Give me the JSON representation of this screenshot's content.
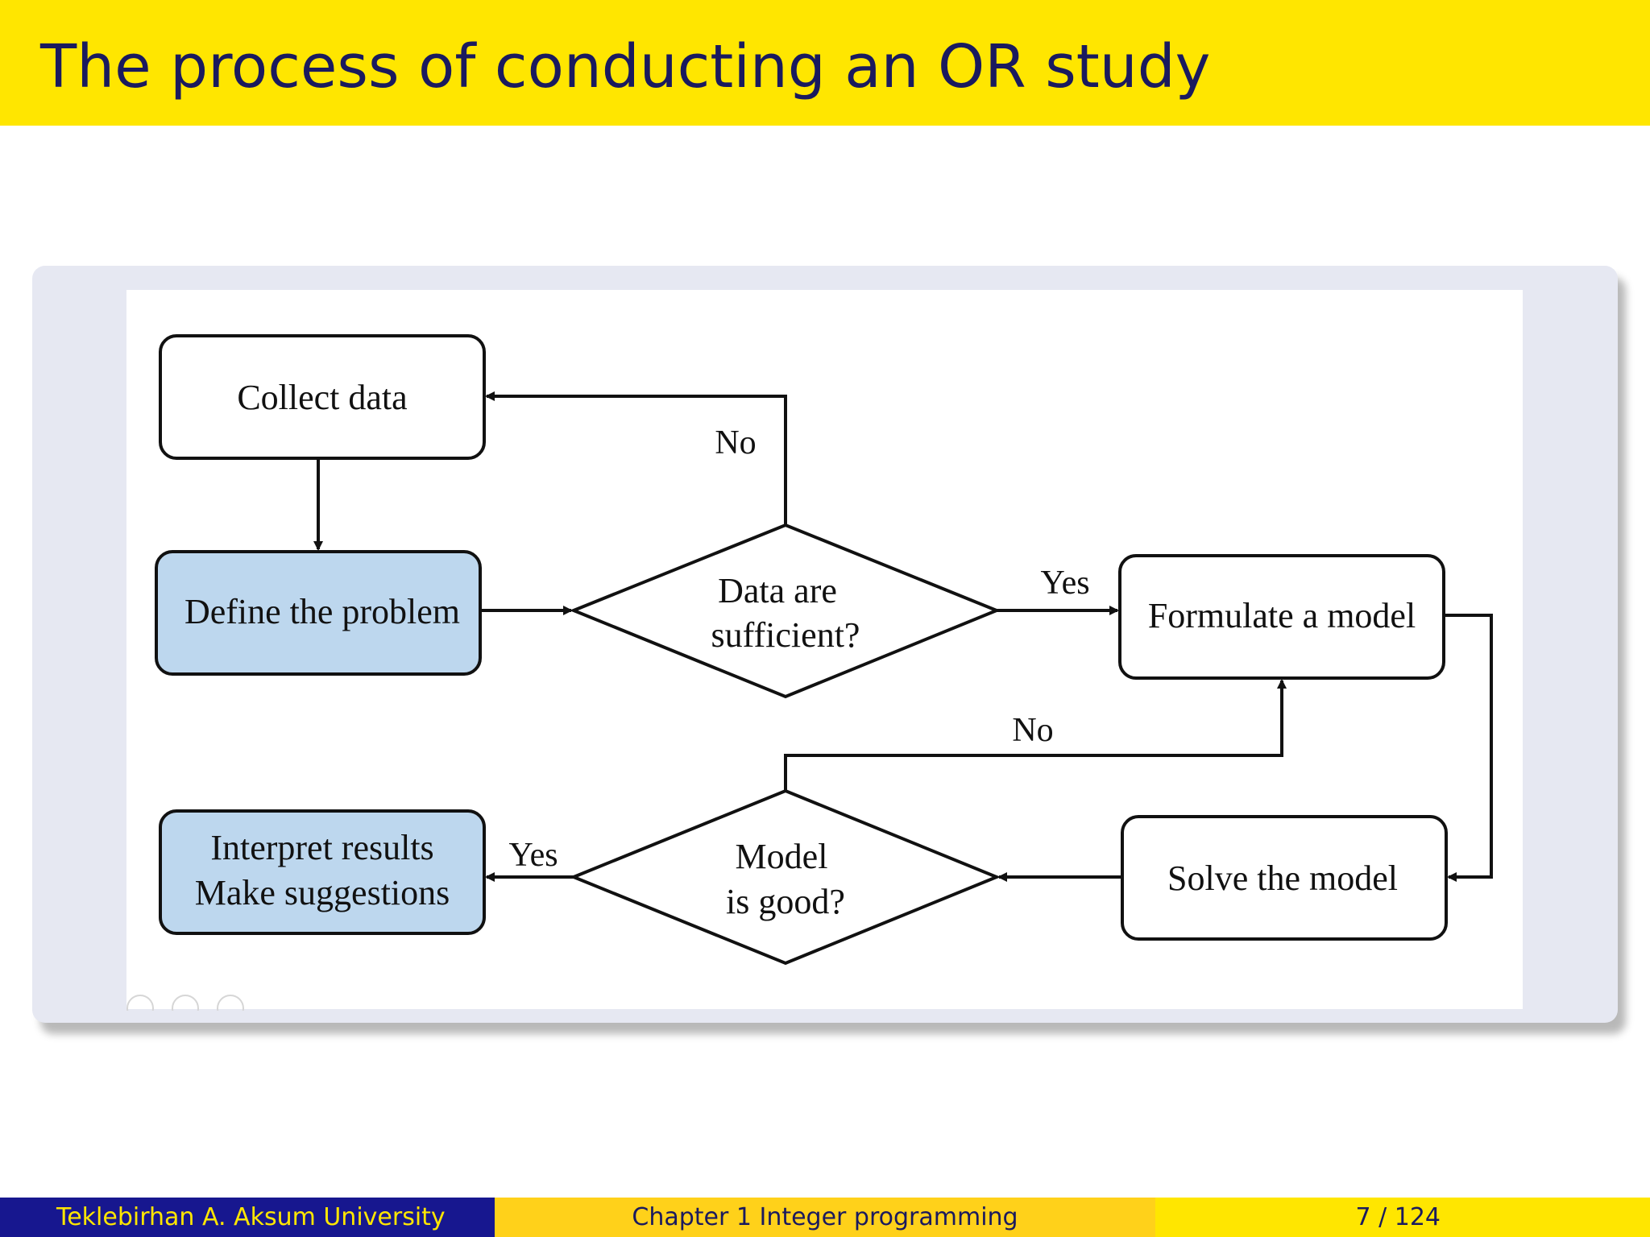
{
  "slide": {
    "title": "The process of conducting an OR study"
  },
  "diagram": {
    "nodes": {
      "collect_data": "Collect data",
      "define_problem": "Define the problem",
      "data_sufficient_line1": "Data are",
      "data_sufficient_line2": "sufficient?",
      "formulate_model": "Formulate a model",
      "model_good_line1": "Model",
      "model_good_line2": "is good?",
      "solve_model": "Solve the model",
      "interpret_line1": "Interpret results",
      "interpret_line2": "Make suggestions"
    },
    "edge_labels": {
      "data_no": "No",
      "data_yes": "Yes",
      "model_no": "No",
      "model_yes": "Yes"
    },
    "colors": {
      "highlight_fill": "#bdd7ee",
      "stroke": "#111111"
    }
  },
  "footer": {
    "author": "Teklebirhan A. Aksum University",
    "chapter": "Chapter 1 Integer programming",
    "page": "7 / 124"
  }
}
